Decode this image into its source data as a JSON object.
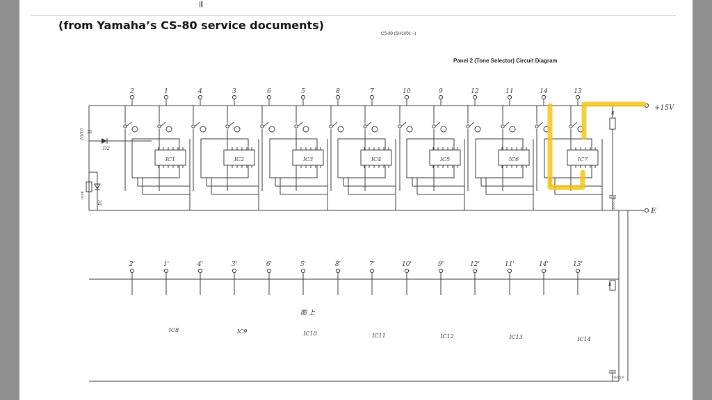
{
  "page": {
    "top_glyph": "𝄃𝄃",
    "caption": "(from Yamaha’s CS-80 service documents)"
  },
  "diagram": {
    "model_line": "CS-80 (S/#1001 ~)",
    "title": "Panel 2 (Tone Selector) Circuit Diagram",
    "top_terminals": [
      "2",
      "1",
      "4",
      "3",
      "6",
      "5",
      "8",
      "7",
      "10",
      "9",
      "12",
      "11",
      "14",
      "13"
    ],
    "bottom_terminals": [
      "2'",
      "1'",
      "4'",
      "3'",
      "6'",
      "5'",
      "8'",
      "7'",
      "10'",
      "9'",
      "12'",
      "11'",
      "14'",
      "13'"
    ],
    "upper_ics": [
      "IC1",
      "IC2",
      "IC3",
      "IC4",
      "IC5",
      "IC6",
      "IC7"
    ],
    "lower_ics": [
      "IC8",
      "IC9",
      "IC10",
      "IC11",
      "IC12",
      "IC13",
      "IC14"
    ],
    "supply_label": "+15V",
    "ground_label": "E",
    "resistor_label": "R",
    "diode_label": "D2",
    "diode1_label": "D1",
    "cap_left_label": "10/16",
    "res_left_label": "100K",
    "cap_right_top_label": "100/16",
    "cap_right_bottom_label": "100/16",
    "mid_annotation": "图 上",
    "highlight_color": "#f5c518"
  }
}
